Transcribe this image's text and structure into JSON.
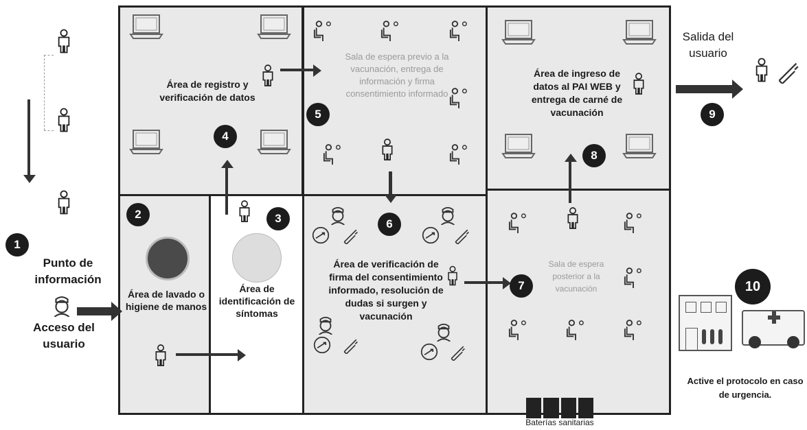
{
  "steps": {
    "s1": "1",
    "s2": "2",
    "s3": "3",
    "s4": "4",
    "s5": "5",
    "s6": "6",
    "s7": "7",
    "s8": "8",
    "s9": "9",
    "s10": "10"
  },
  "labels": {
    "punto_informacion": "Punto de información",
    "acceso_usuario": "Acceso del usuario",
    "lavado_manos": "Área de lavado o higiene de manos",
    "identificacion_sintomas": "Área de identificación de síntomas",
    "registro_verificacion": "Área de registro y verificación de datos",
    "sala_espera_previa": "Sala de espera previo a la vacunación, entrega de información y firma consentimiento informado",
    "verificacion_consentimiento": "Área de verificación de firma del consentimiento informado, resolución de dudas si surgen y vacunación",
    "sala_espera_posterior": "Sala de espera posterior a la vacunación",
    "ingreso_datos": "Área de ingreso de datos al PAI WEB y entrega de carné de vacunación",
    "salida_usuario": "Salida del usuario",
    "protocolo_urgencia": "Active el protocolo en caso de urgencia.",
    "baterias_sanitarias": "Baterías sanitarias"
  },
  "icons": {
    "person": "person-icon",
    "seated": "seated-person-icon",
    "computer": "computer-icon",
    "nurse": "nurse-icon",
    "syringe": "syringe-icon",
    "hospital": "hospital-icon",
    "ambulance": "ambulance-icon",
    "restroom": "restroom-icon",
    "handwash": "handwashing-icon",
    "symptoms": "symptom-check-icon"
  },
  "colors": {
    "shade": "#e9e9e9",
    "frame": "#222222",
    "badge": "#1c1c1c"
  }
}
